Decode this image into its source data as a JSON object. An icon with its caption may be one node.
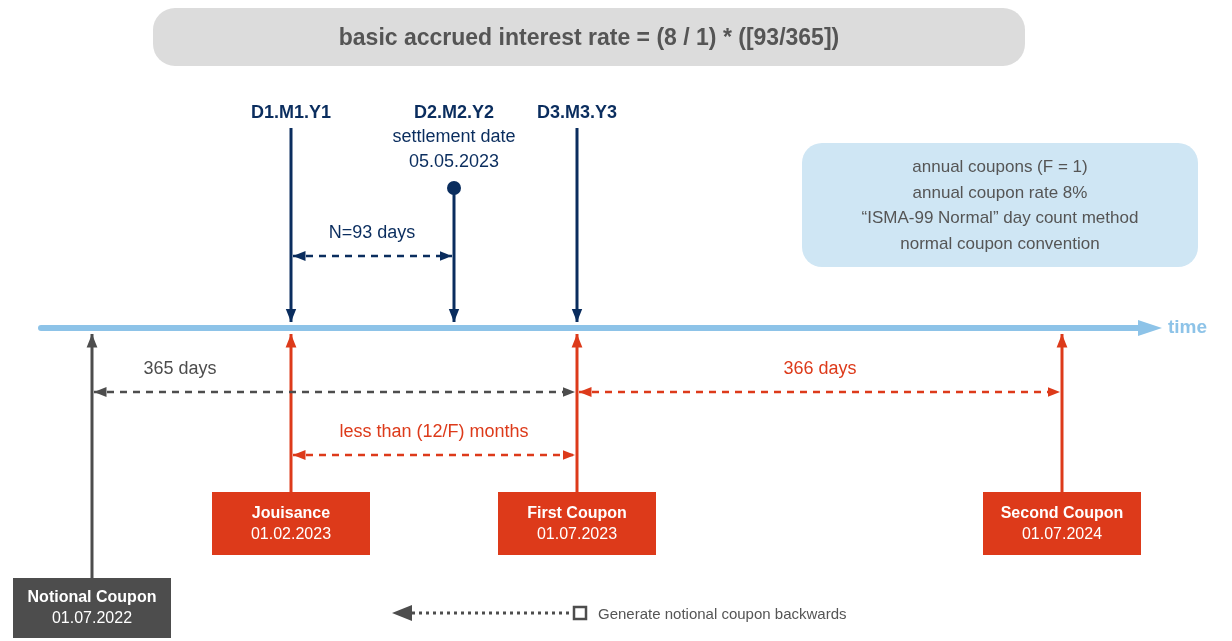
{
  "diagram": {
    "nodes": [
      {
        "text": [
          "basic accrued interest rate = (8 / 1) * ([93/365])"
        ]
      },
      {
        "text": [
          "D1.M1.Y1"
        ]
      },
      {
        "text": [
          "D2.M2.Y2",
          "settlement date 05.05.2023"
        ]
      },
      {
        "text": [
          "D3.M3.Y3"
        ]
      },
      {
        "text": [
          "annual coupons (F = 1)",
          "annual coupon rate 8%",
          "“ISMA-99 Normal” day count method",
          "normal coupon convention"
        ]
      },
      {
        "text": [],
        "shape": "bar",
        "beside": [
          "time"
        ]
      },
      {
        "text": [
          "Jouisance",
          "01.02.2023"
        ]
      },
      {
        "text": [
          "First Coupon",
          "01.07.2023"
        ]
      },
      {
        "text": [
          "Second Coupon",
          "01.07.2024"
        ]
      },
      {
        "text": [
          "Notional Coupon",
          "01.07.2022"
        ]
      }
    ],
    "edges": [
      {
        "from": 1,
        "to": 5,
        "arrow": "to",
        "color": "#0a2d5e"
      },
      {
        "from": 2,
        "to": 5,
        "arrow": "to",
        "color": "#0a2d5e"
      },
      {
        "from": 3,
        "to": 5,
        "arrow": "to",
        "color": "#0a2d5e"
      },
      {
        "from": 9,
        "to": 5,
        "arrow": "to",
        "color": "#4d4d4d"
      },
      {
        "from": 6,
        "to": 5,
        "arrow": "to",
        "color": "#dd3a1a"
      },
      {
        "from": 7,
        "to": 5,
        "arrow": "to",
        "color": "#dd3a1a"
      },
      {
        "from": 8,
        "to": 5,
        "arrow": "to",
        "color": "#dd3a1a"
      }
    ],
    "labels": [
      "N=93 days",
      "365 days",
      "less than (12/F) months",
      "366 days"
    ],
    "legend": [
      {
        "text": "Generate notional coupon backwards"
      }
    ]
  }
}
